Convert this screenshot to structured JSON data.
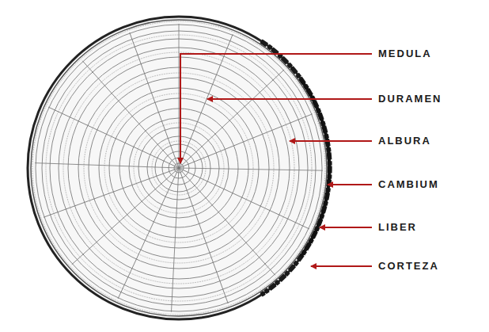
{
  "diagram": {
    "labels": [
      "MEDULA",
      "DURAMEN",
      "ALBURA",
      "CAMBIUM",
      "LIBER",
      "CORTEZA"
    ]
  }
}
